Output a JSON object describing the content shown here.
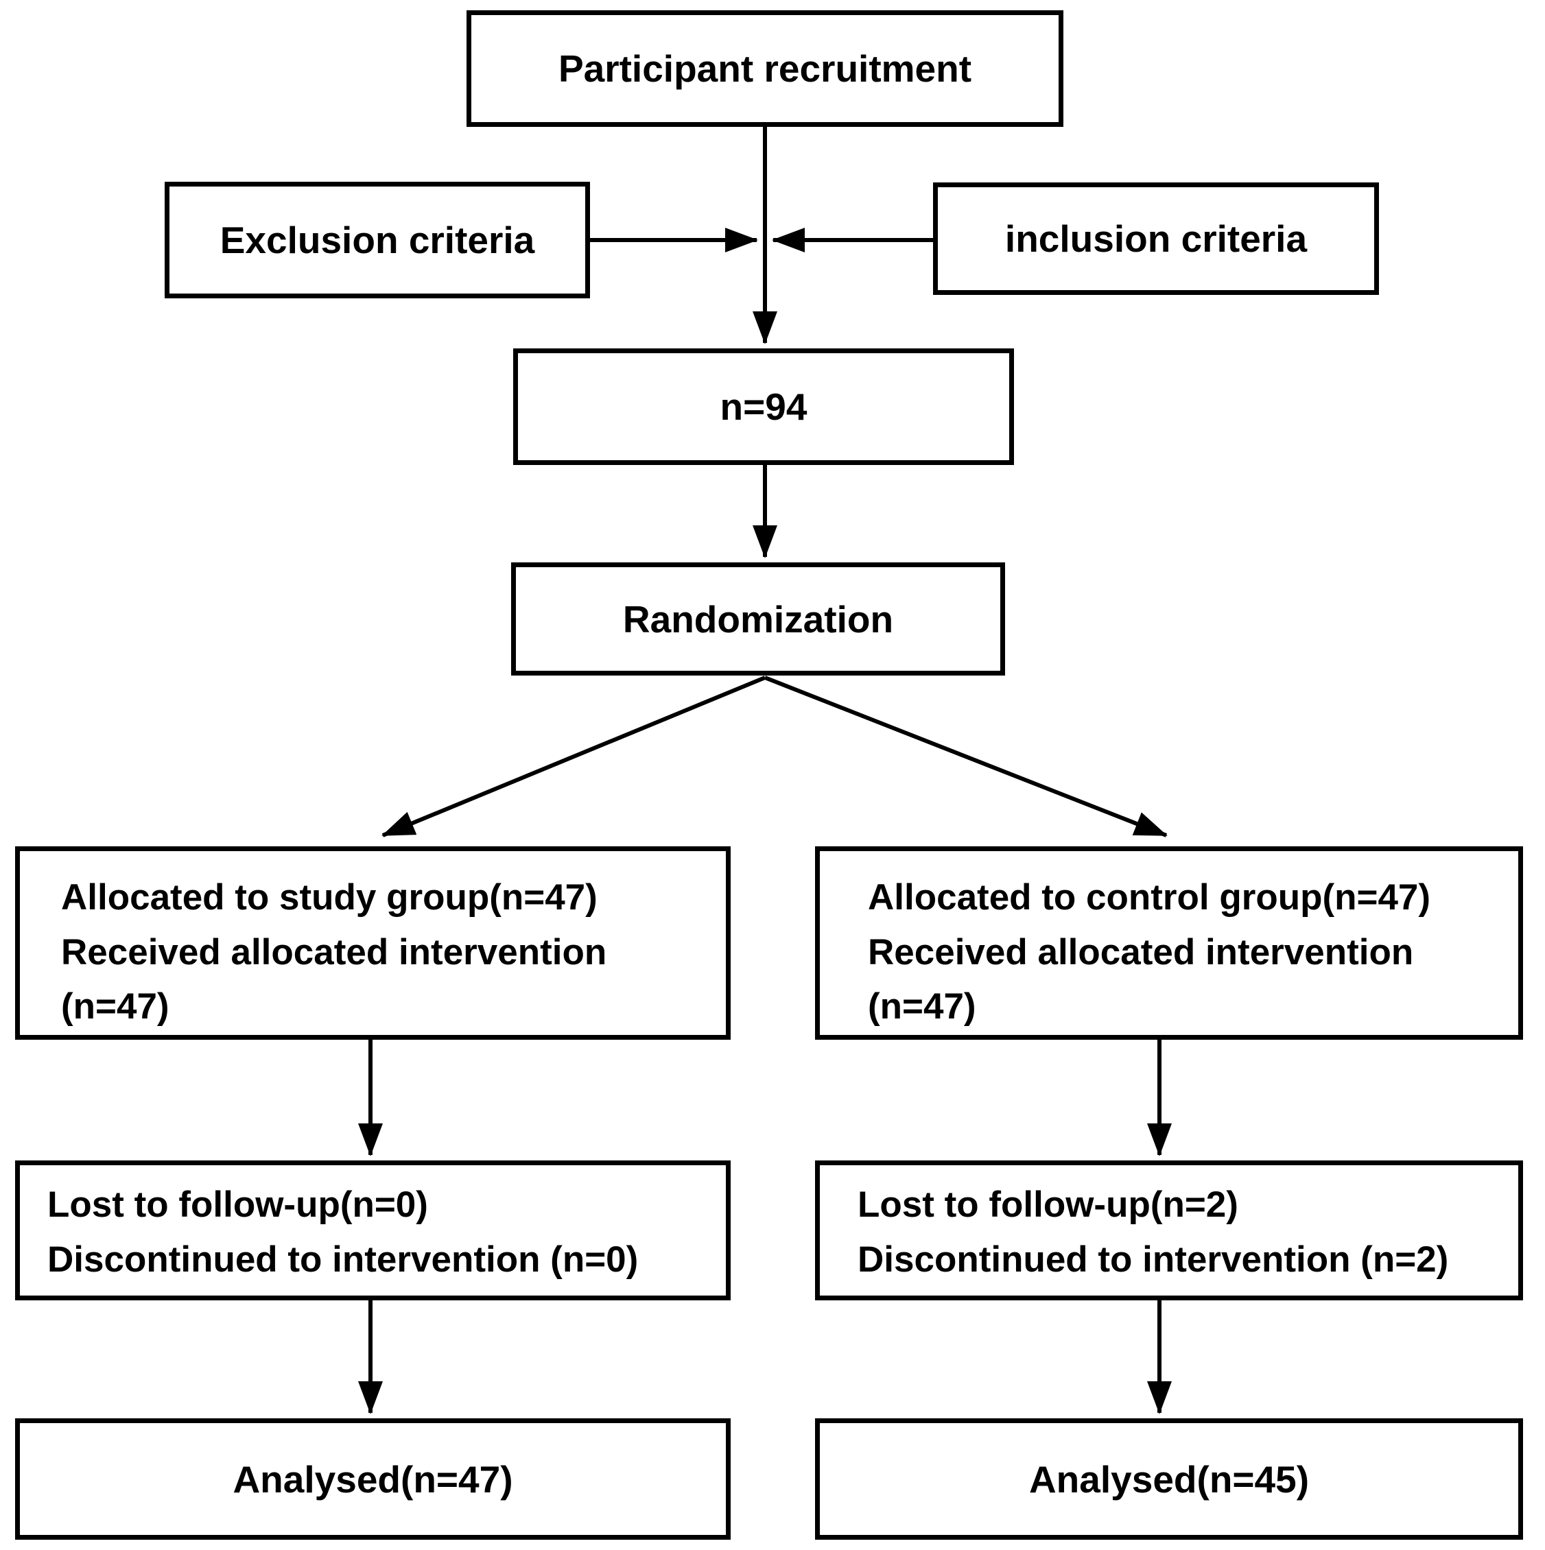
{
  "colors": {
    "background": "#ffffff",
    "line": "#000000",
    "text": "#000000"
  },
  "nodes": {
    "recruitment": {
      "label": "Participant recruitment"
    },
    "exclusion": {
      "label": "Exclusion criteria"
    },
    "inclusion": {
      "label": "inclusion criteria"
    },
    "n94": {
      "label": "n=94"
    },
    "randomization": {
      "label": "Randomization"
    },
    "alloc_study": {
      "lines": [
        "Allocated to study group(n=47)",
        "Received allocated intervention",
        "(n=47)"
      ]
    },
    "alloc_control": {
      "lines": [
        "Allocated to control group(n=47)",
        "Received allocated intervention",
        "(n=47)"
      ]
    },
    "lost_study": {
      "lines": [
        "Lost to follow-up(n=0)",
        "Discontinued to intervention (n=0)"
      ]
    },
    "lost_control": {
      "lines": [
        "Lost to follow-up(n=2)",
        "Discontinued to intervention (n=2)"
      ]
    },
    "analysed_study": {
      "label": "Analysed(n=47)"
    },
    "analysed_control": {
      "label": "Analysed(n=45)"
    }
  }
}
